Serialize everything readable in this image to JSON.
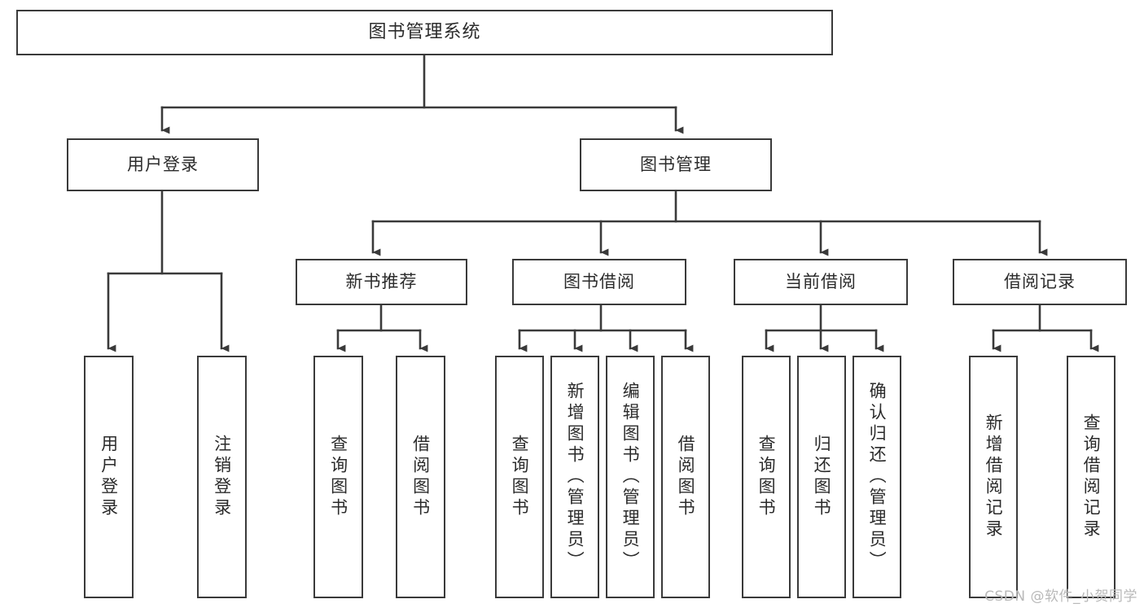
{
  "diagram": {
    "type": "tree",
    "title": "图书管理系统",
    "watermark": "CSDN @软件_小贺同学",
    "colors": {
      "stroke": "#3a3a3a",
      "fill": "#ffffff",
      "text": "#2b2b2b",
      "watermark": "#b9b9b9",
      "background": "#ffffff"
    },
    "root": {
      "label": "图书管理系统"
    },
    "level1": [
      {
        "label": "用户登录"
      },
      {
        "label": "图书管理"
      }
    ],
    "level2": [
      {
        "label": "新书推荐"
      },
      {
        "label": "图书借阅"
      },
      {
        "label": "当前借阅"
      },
      {
        "label": "借阅记录"
      }
    ],
    "leaves": {
      "user_login": [
        {
          "label": "用户登录"
        },
        {
          "label": "注销登录"
        }
      ],
      "new_book": [
        {
          "label": "查询图书"
        },
        {
          "label": "借阅图书"
        }
      ],
      "book_borrow": [
        {
          "label": "查询图书"
        },
        {
          "label": "新增图书（管理员）"
        },
        {
          "label": "编辑图书（管理员）"
        },
        {
          "label": "借阅图书"
        }
      ],
      "current_borrow": [
        {
          "label": "查询图书"
        },
        {
          "label": "归还图书"
        },
        {
          "label": "确认归还（管理员）"
        }
      ],
      "borrow_record": [
        {
          "label": "新增借阅记录"
        },
        {
          "label": "查询借阅记录"
        }
      ]
    }
  }
}
